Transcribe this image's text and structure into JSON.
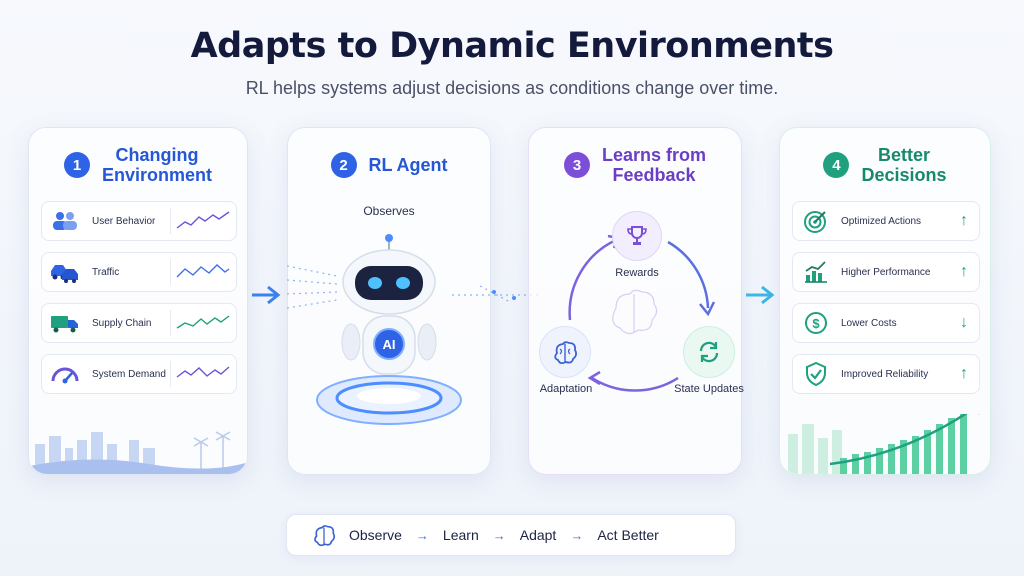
{
  "header": {
    "title": "Adapts to Dynamic Environments",
    "subtitle": "RL helps systems adjust decisions as conditions change over time."
  },
  "panels": [
    {
      "number": "1",
      "title_line1": "Changing",
      "title_line2": "Environment",
      "items": [
        {
          "label": "User Behavior",
          "icon": "users-icon"
        },
        {
          "label": "Traffic",
          "icon": "cars-icon"
        },
        {
          "label": "Supply Chain",
          "icon": "truck-icon"
        },
        {
          "label": "System Demand",
          "icon": "gauge-icon"
        }
      ]
    },
    {
      "number": "2",
      "title": "RL Agent",
      "observes": "Observes",
      "badge": "AI"
    },
    {
      "number": "3",
      "title_line1": "Learns from",
      "title_line2": "Feedback",
      "nodes": {
        "top": "Rewards",
        "left": "Adaptation",
        "right": "State Updates"
      }
    },
    {
      "number": "4",
      "title_line1": "Better",
      "title_line2": "Decisions",
      "items": [
        {
          "label": "Optimized Actions",
          "icon": "target-icon",
          "trend": "↑"
        },
        {
          "label": "Higher Performance",
          "icon": "bar-chart-icon",
          "trend": "↑"
        },
        {
          "label": "Lower Costs",
          "icon": "dollar-icon",
          "trend": "↓"
        },
        {
          "label": "Improved Reliability",
          "icon": "shield-check-icon",
          "trend": "↑"
        }
      ]
    }
  ],
  "flow": {
    "steps": [
      "Observe",
      "Learn",
      "Adapt",
      "Act Better"
    ],
    "separator": "→"
  },
  "colors": {
    "blue": "#2f63e6",
    "purple": "#7c4fd8",
    "green": "#1fa07e",
    "title": "#141a3c"
  }
}
